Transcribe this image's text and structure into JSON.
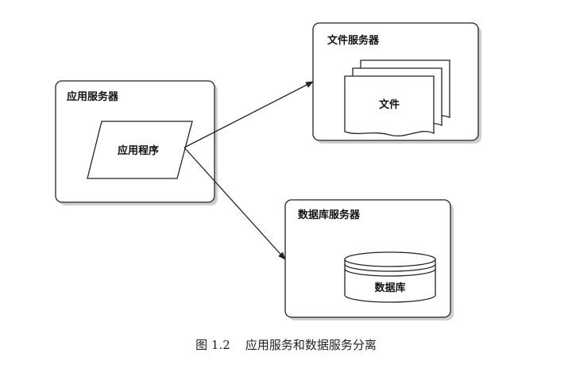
{
  "app_server": {
    "title": "应用服务器",
    "app_label": "应用程序"
  },
  "file_server": {
    "title": "文件服务器",
    "file_label": "文件"
  },
  "db_server": {
    "title": "数据库服务器",
    "db_label": "数据库"
  },
  "caption": "图 1.2    应用服务和数据服务分离"
}
